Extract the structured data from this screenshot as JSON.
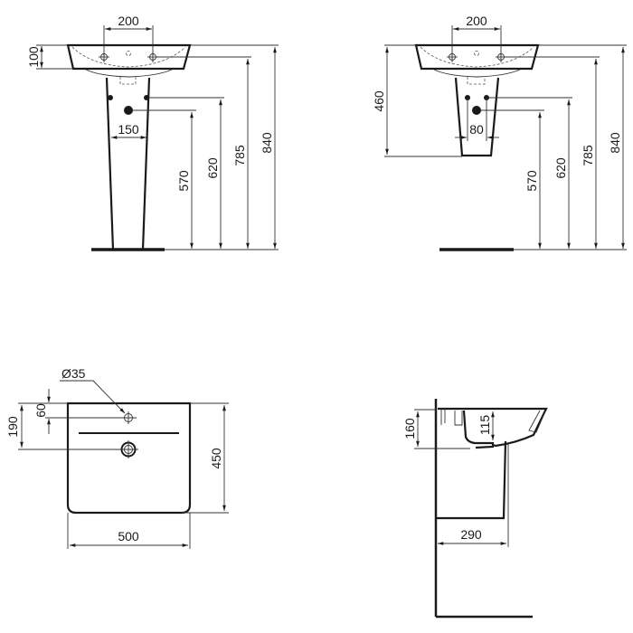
{
  "colors": {
    "line": "#1a1a1a",
    "background": "#ffffff"
  },
  "views": {
    "front_pedestal": {
      "dims": {
        "tap_spacing": "200",
        "basin_depth": "100",
        "pedestal_hole_spacing": "150",
        "waste_height": "570",
        "supply_height": "620",
        "tap_height": "785",
        "rim_height": "840"
      }
    },
    "front_semi_pedestal": {
      "dims": {
        "tap_spacing": "200",
        "semi_pedestal_height": "460",
        "hole_spacing": "80",
        "waste_height": "570",
        "supply_height": "620",
        "tap_height": "785",
        "rim_height": "840"
      }
    },
    "top": {
      "dims": {
        "tap_hole_diameter": "Ø35",
        "tap_hole_offset": "60",
        "waste_offset": "190",
        "depth": "450",
        "width": "500"
      }
    },
    "side": {
      "dims": {
        "overall_depth": "160",
        "bowl_depth": "115",
        "projection": "290"
      }
    }
  }
}
